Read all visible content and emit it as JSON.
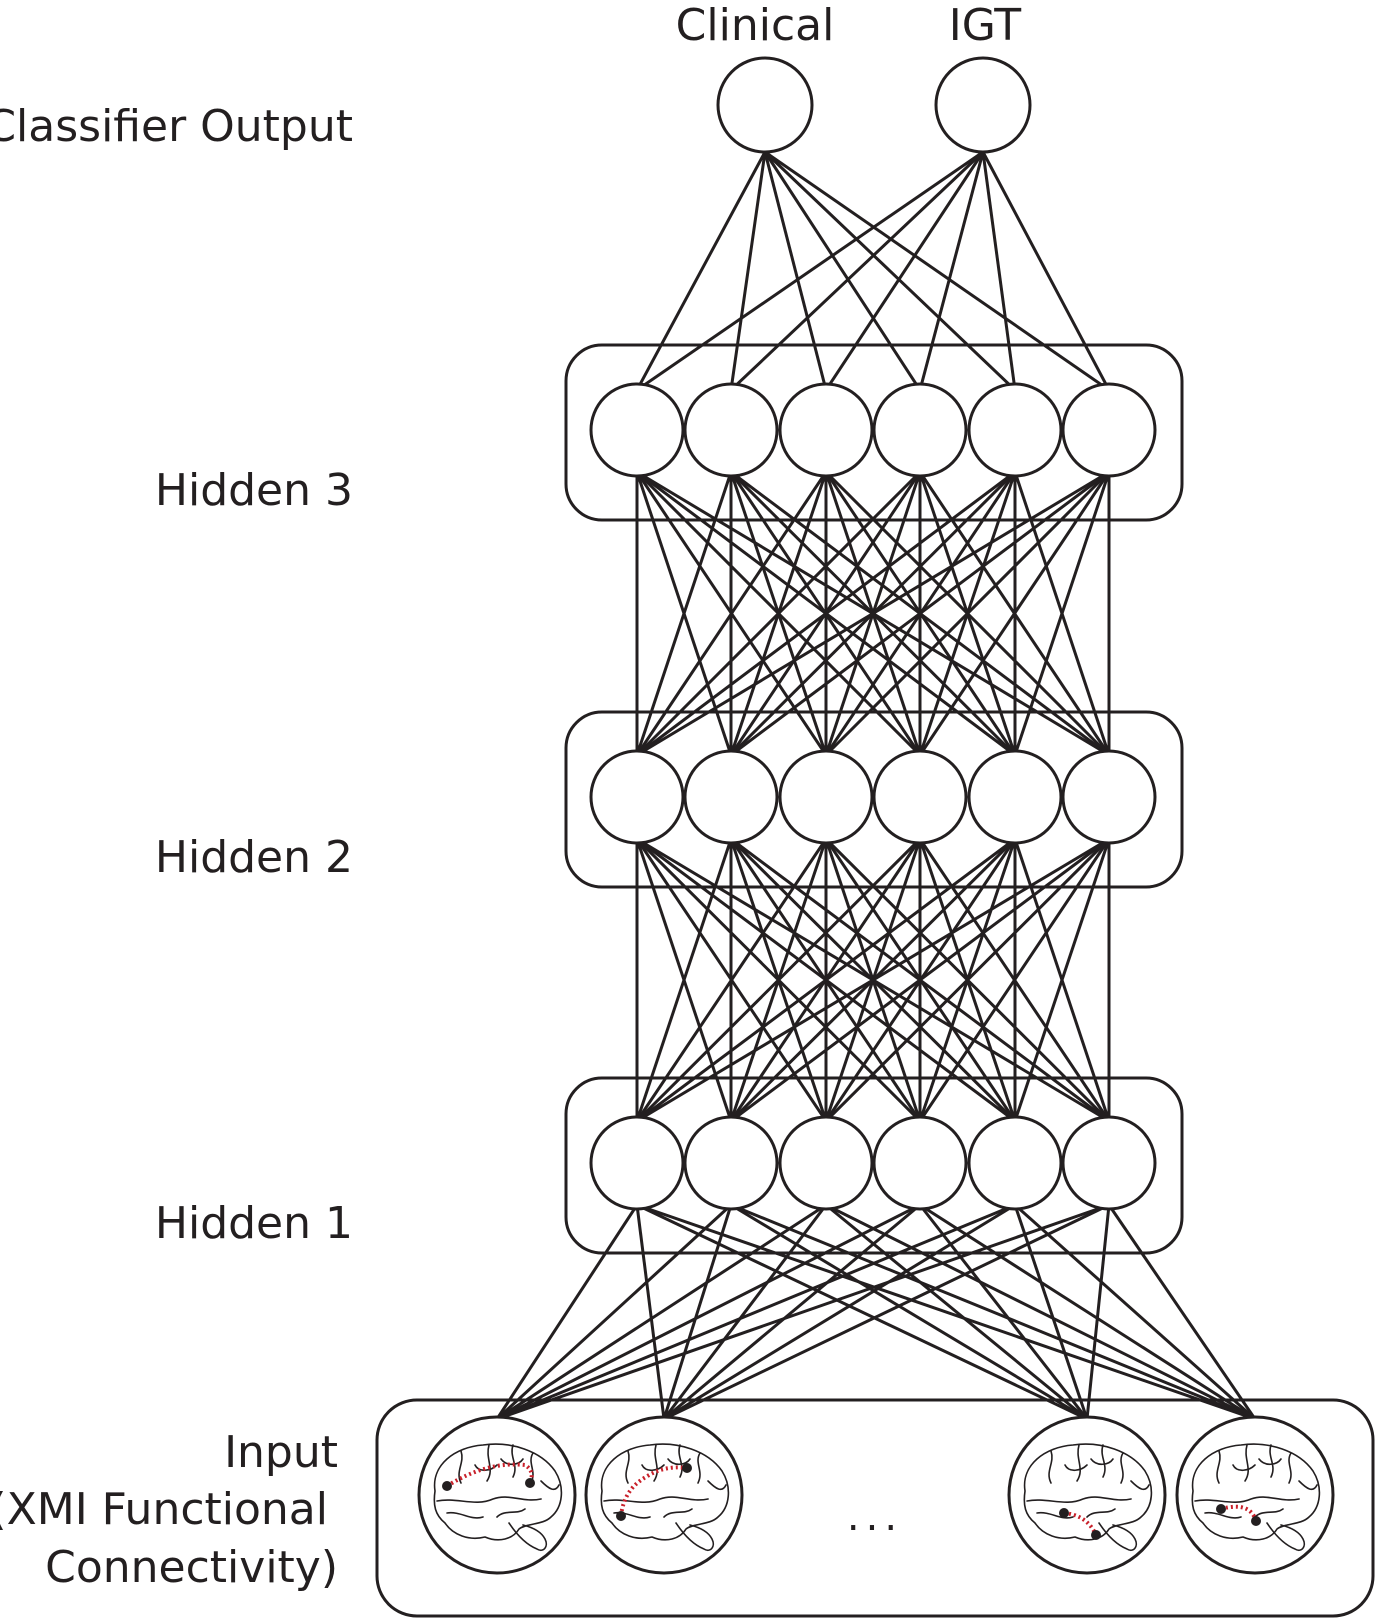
{
  "labels": {
    "classifier_output": "Classifier Output",
    "hidden3": "Hidden 3",
    "hidden2": "Hidden 2",
    "hidden1": "Hidden 1",
    "input_line1": "Input",
    "input_line2": "(XMI Functional",
    "input_line3": "Connectivity)"
  },
  "outputs": [
    "Clinical",
    "IGT"
  ],
  "ellipsis": "...",
  "colors": {
    "stroke": "#231f20",
    "connectivity": "#c8202a",
    "background": "#ffffff"
  }
}
